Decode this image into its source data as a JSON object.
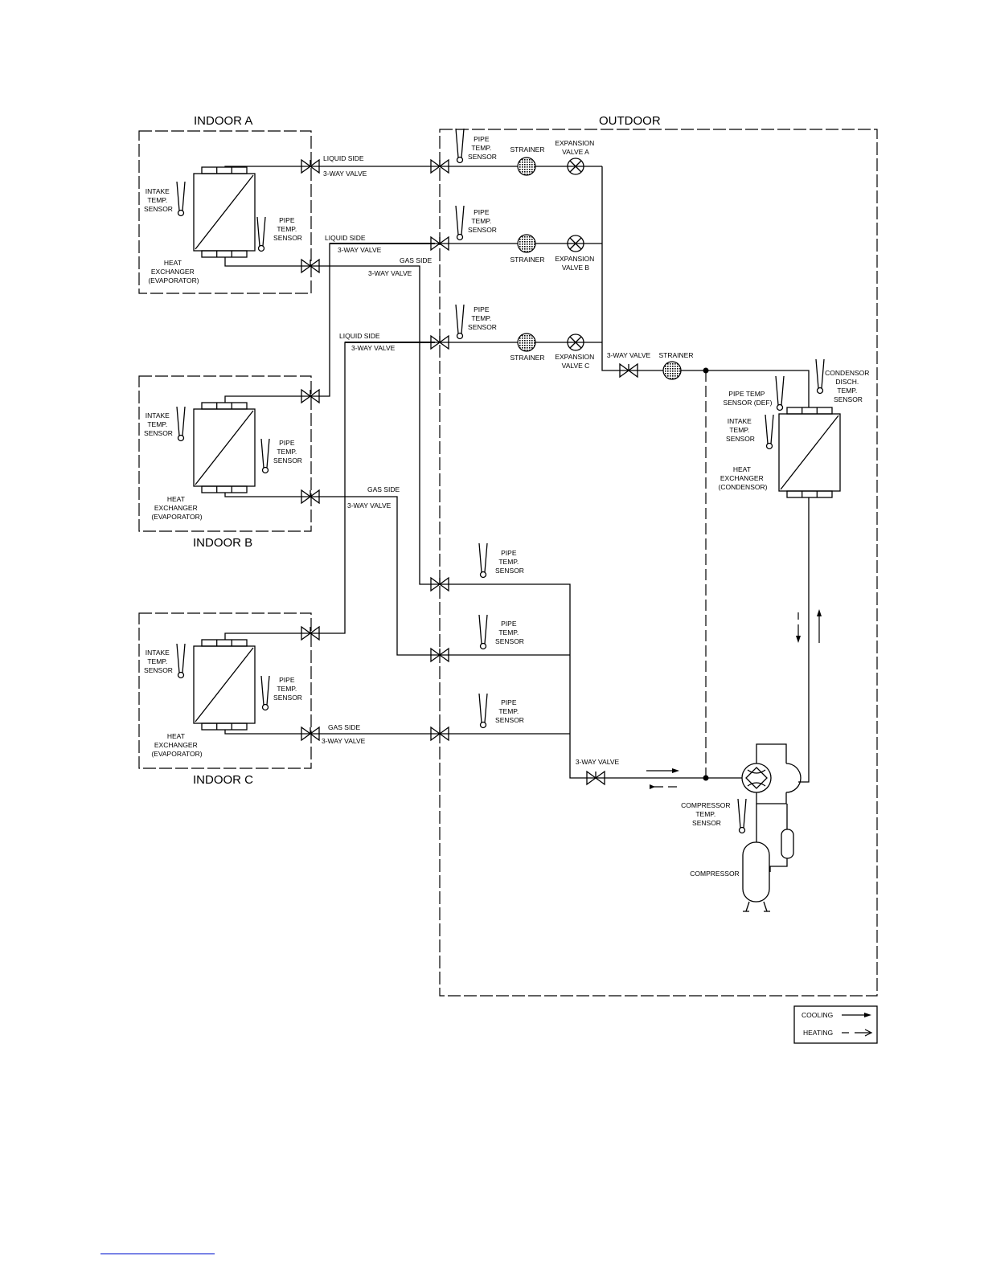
{
  "titles": {
    "indoor_a": "INDOOR A",
    "indoor_b": "INDOOR B",
    "indoor_c": "INDOOR C",
    "outdoor": "OUTDOOR"
  },
  "indoor_labels": {
    "intake": [
      "INTAKE",
      "TEMP.",
      "SENSOR"
    ],
    "pipe": [
      "PIPE",
      "TEMP.",
      "SENSOR"
    ],
    "hx": [
      "HEAT",
      "EXCHANGER",
      "(EVAPORATOR)"
    ]
  },
  "valve_labels": {
    "liquid_side": "LIQUID SIDE",
    "gas_side": "GAS SIDE",
    "three_way_valve": "3-WAY VALVE"
  },
  "outdoor_labels": {
    "pipe_sensor": [
      "PIPE",
      "TEMP.",
      "SENSOR"
    ],
    "strainer": "STRAINER",
    "exp_a": [
      "EXPANSION",
      "VALVE A"
    ],
    "exp_b": [
      "EXPANSION",
      "VALVE B"
    ],
    "exp_c": [
      "EXPANSION",
      "VALVE C"
    ],
    "three_way_valve": "3-WAY VALVE",
    "condensor_disch": [
      "CONDENSOR",
      "DISCH.",
      "TEMP.",
      "SENSOR"
    ],
    "pipe_def": [
      "PIPE TEMP",
      "SENSOR (DEF)"
    ],
    "intake": [
      "INTAKE",
      "TEMP.",
      "SENSOR"
    ],
    "hx_cond": [
      "HEAT",
      "EXCHANGER",
      "(CONDENSOR)"
    ],
    "comp_sensor": [
      "COMPRESSOR",
      "TEMP.",
      "SENSOR"
    ],
    "compressor": "COMPRESSOR"
  },
  "legend": {
    "cooling": "COOLING",
    "heating": "HEATING"
  }
}
